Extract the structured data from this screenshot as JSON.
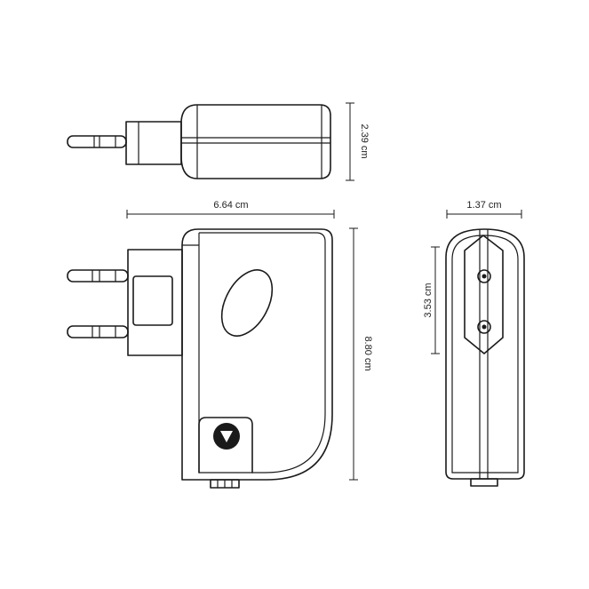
{
  "dimensions": {
    "top_height": "2.39 cm",
    "front_width": "6.64 cm",
    "front_height": "8.80 cm",
    "side_width": "1.37 cm",
    "pin_spacing": "3.53 cm"
  },
  "colors": {
    "line": "#1a1a1a",
    "background": "#ffffff"
  },
  "icons": {
    "indicator": "triangle-down-icon"
  }
}
